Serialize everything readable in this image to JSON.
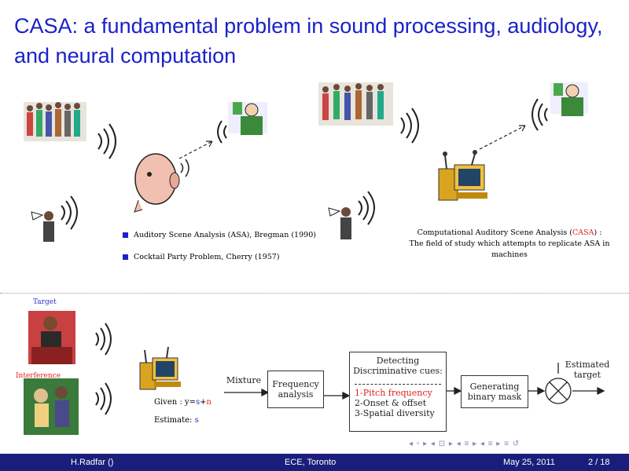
{
  "slide": {
    "title": "CASA: a fundamental problem in sound processing, audiology, and neural computation"
  },
  "upper": {
    "bullets": [
      "Auditory Scene Analysis (ASA), Bregman (1990)",
      "Cocktail Party Problem, Cherry (1957)"
    ],
    "casa_prefix": "Computational Auditory Scene Analysis (",
    "casa_acronym": "CASA",
    "casa_suffix": ") :",
    "casa_definition": "The field of study which attempts to replicate ASA in machines"
  },
  "lower": {
    "target_label": "Target",
    "interference_label": "Interference",
    "given_prefix": "Given : y=",
    "given_s": "s",
    "given_plus": "+",
    "given_n": "n",
    "estimate_prefix": "Estimate: ",
    "estimate_s": "s",
    "diagram": {
      "mixture": "Mixture",
      "frequency_analysis": [
        "Frequency",
        "analysis"
      ],
      "detecting": [
        "Detecting",
        "Discriminative cues:"
      ],
      "cue1": "1-Pitch frequency",
      "cue2": "2-Onset & offset",
      "cue3": "3-Spatial diversity",
      "generating": [
        "Generating",
        "binary mask"
      ],
      "estimated_target": [
        "Estimated",
        "target"
      ]
    }
  },
  "footer": {
    "author": "H.Radfar ()",
    "affiliation": "ECE, Toronto",
    "date": "May 25, 2011",
    "page": "2 / 18"
  },
  "colors": {
    "title": "#1a22c8",
    "footer_bg": "#1a1e7a",
    "accent_red": "#e02020",
    "accent_blue": "#2a2ad8"
  }
}
